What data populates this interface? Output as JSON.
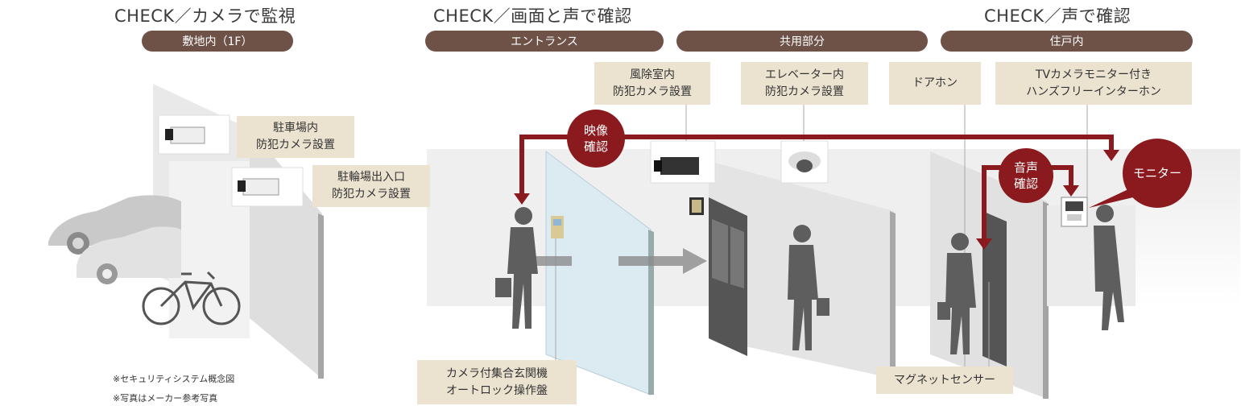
{
  "headings": {
    "camera": "CHECK／カメラで監視",
    "screen_voice": "CHECK／画面と声で確認",
    "voice": "CHECK／声で確認"
  },
  "zones": {
    "premises": "敷地内（1F）",
    "entrance": "エントランス",
    "common": "共用部分",
    "residence": "住戸内"
  },
  "labels": {
    "parking": [
      "駐車場内",
      "防犯カメラ設置"
    ],
    "bicycle": [
      "駐輪場出入口",
      "防犯カメラ設置"
    ],
    "windbreak": [
      "風除室内",
      "防犯カメラ設置"
    ],
    "elevator": [
      "エレベーター内",
      "防犯カメラ設置"
    ],
    "doorphone": [
      "ドアホン"
    ],
    "tv_monitor": [
      "TVカメラモニター付き",
      "ハンズフリーインターホン"
    ],
    "autolock": [
      "カメラ付集合玄関機",
      "オートロック操作盤"
    ],
    "magnet": [
      "マグネットセンサー"
    ]
  },
  "circles": {
    "video": [
      "映像",
      "確認"
    ],
    "audio": [
      "音声",
      "確認"
    ],
    "monitor": [
      "モニター"
    ]
  },
  "notes": {
    "concept": "※セキュリティシステム概念図",
    "photo": "※写真はメーカー参考写真"
  },
  "colors": {
    "accent": "#8a1a1e",
    "pill": "#6e5147",
    "label_bg": "#ebe3d0",
    "wall": "#e6e6e6",
    "figure": "#5a5a5a"
  }
}
